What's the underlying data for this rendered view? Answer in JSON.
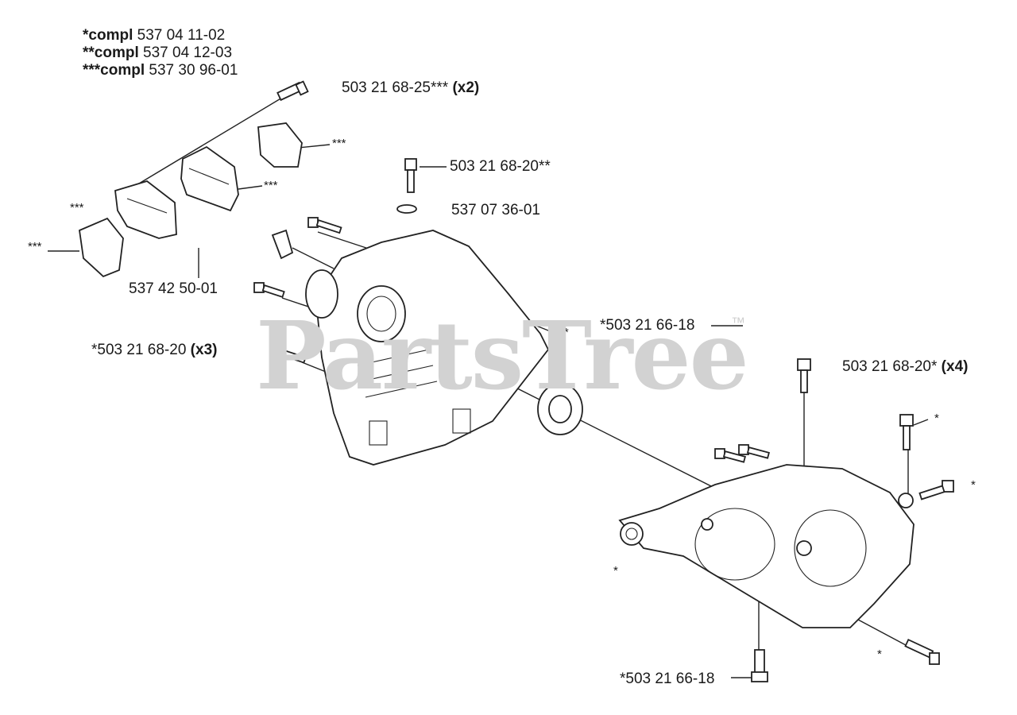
{
  "legend": {
    "items": [
      {
        "prefix": "*compl",
        "number": "537 04 11-02"
      },
      {
        "prefix": "**compl",
        "number": "537 04 12-03"
      },
      {
        "prefix": "***compl",
        "number": "537 30 96-01"
      }
    ]
  },
  "labels": {
    "p1_num": "503 21 68-25***",
    "p1_qty": "(x2)",
    "p2_num": "503 21 68-20**",
    "p3_num": "537 07 36-01",
    "p4_num": "537 42 50-01",
    "p5_num": "*503 21 68-20",
    "p5_qty": "(x3)",
    "p6_num": "*503 21 66-18",
    "p7_num": "503 21 68-20*",
    "p7_qty": "(x4)",
    "p8_num": "*503 21 66-18"
  },
  "markers": {
    "triple": "***",
    "double": "**",
    "single": "*"
  },
  "watermark": {
    "text": "PartsTree",
    "tm": "™"
  }
}
